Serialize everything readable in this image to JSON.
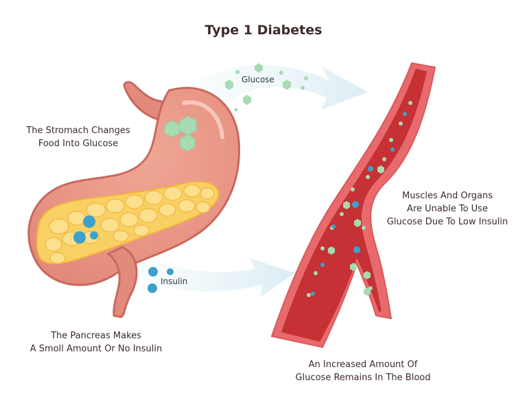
{
  "title": "Type 1 Diabetes",
  "labels": {
    "stomach": [
      "The Stromach Changes",
      "Food Into Glucose"
    ],
    "pancreas": [
      "The Pancreas Makes",
      "A Smoll Amount Or No Insulin"
    ],
    "muscles": [
      "Muscles And Organs",
      "Are Unable To Use",
      "Glucose Due To Low Insulin"
    ],
    "blood": [
      "An Increased Amount Of",
      "Glucose Remains In The Blood"
    ],
    "glucose": "Glucose",
    "insulin": "Insulin"
  },
  "colors": {
    "stomach": "#e8907f",
    "stomach_dark": "#c9685d",
    "pancreas": "#f9d064",
    "glucose": "#9fdcaa",
    "insulin": "#3ea1c7",
    "vessel_outer": "#e86a6d",
    "vessel_inner": "#c53134",
    "arrow": "#dff0f6"
  },
  "icons": [
    "glucose-hexagon-icon",
    "insulin-dot-icon",
    "flow-arrow-icon"
  ]
}
